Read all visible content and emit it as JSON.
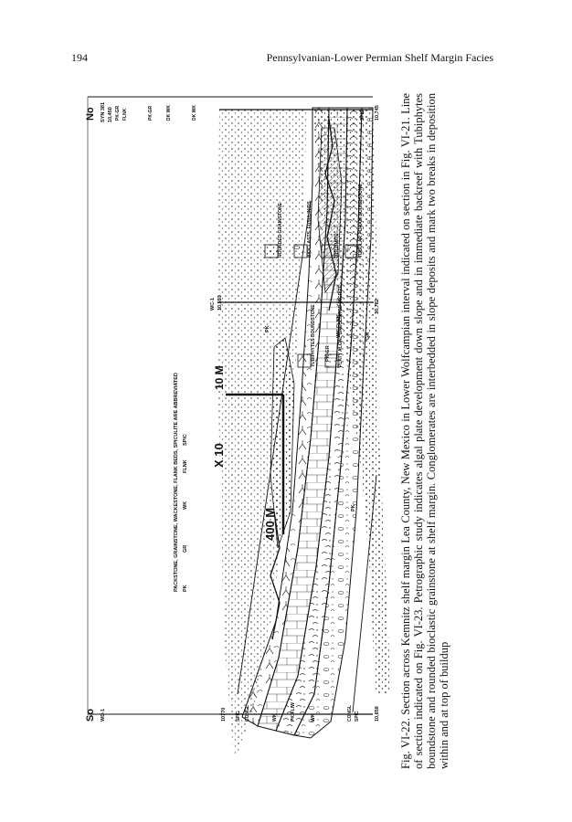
{
  "header": {
    "page_number": "194",
    "running_head": "Pennsylvanian-Lower Permian Shelf Margin Facies"
  },
  "figure": {
    "ends": {
      "south": "So",
      "north": "No"
    },
    "wells": [
      {
        "name": "WD-1",
        "top": "10770",
        "bottom": "10,858"
      },
      {
        "name": "WC-1",
        "top": "10,593",
        "bottom": "10,782"
      },
      {
        "name": "SYN 381",
        "top": "10,450",
        "bottom": "10,745"
      }
    ],
    "left_units": [
      "SPIC",
      "CONGL",
      "WK",
      "PK-FL/W",
      "WK",
      "CONGL",
      "SPIC"
    ],
    "right_units": [
      "PK-GR",
      "FLNK",
      "PK-GR",
      "DK WK",
      "DK WK",
      "SPIC"
    ],
    "inline_labels": [
      "PK",
      "PK",
      "PK-GR",
      "WK-FLNK",
      "GR"
    ],
    "scale": {
      "horizontal": "400 M",
      "exaggeration": "X 10",
      "vertical": "10 M"
    },
    "abbreviation_note": "PACKSTONE, GRAINSTONE, WACKESTONE, FLANK BEDS, SPICULITE ARE ABBREVIATED",
    "abbreviations": [
      "PK",
      "GR",
      "WK",
      "FLNK",
      "SPIC"
    ],
    "legend": [
      {
        "label": "TUBIPHYTES BOUNDSTONE",
        "pattern": "tubiphytes"
      },
      {
        "label": "PLATY ALGAL BRECCIATED MICRITE",
        "pattern": "algal"
      },
      {
        "label": "ROUNDED GRAINSTONE",
        "pattern": "dots"
      },
      {
        "label": "BIOCLASTS, FUSULINIDS",
        "pattern": "bioclasts"
      },
      {
        "label": "DOLOMITE",
        "pattern": "hatch"
      },
      {
        "label": "TUBULAR FORAM BOUNDSTONE",
        "pattern": "foram"
      }
    ]
  },
  "caption": {
    "text": "Fig. VI-22. Section across Kemnitz shelf margin Lea County, New Mexico in Lower Wolfcampian interval indicated on section in Fig. VI-21. Line of section indicated on Fig. VI-23. Petrographic study indicates algal plate development down slope and in immediate backreef with Tubiphytes boundstone and rounded bioclastic grainstone at shelf margin. Conglomerates are interbedded in slope deposits and mark two breaks in deposition within and at top of buildup"
  }
}
